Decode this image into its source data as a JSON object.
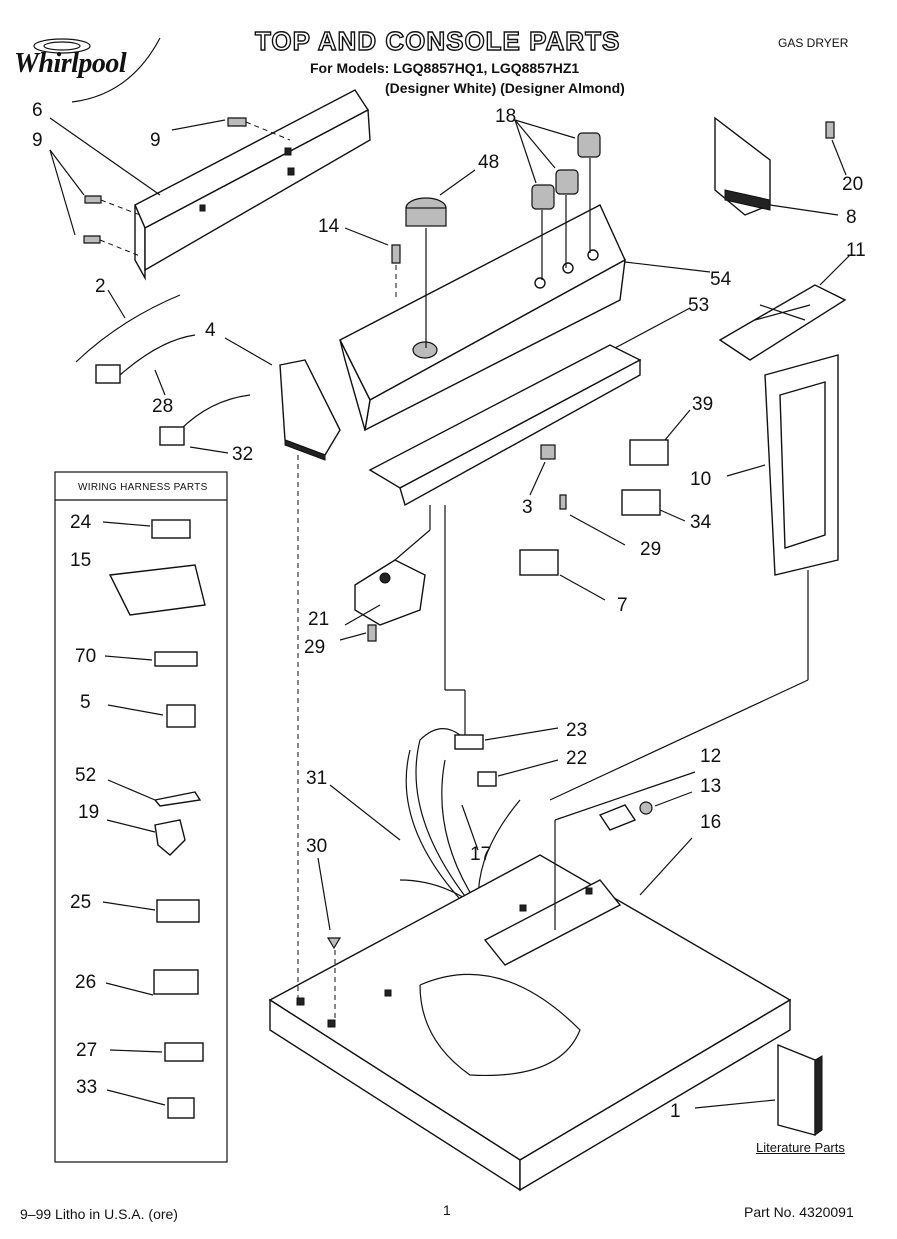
{
  "header": {
    "brand": "Whirlpool",
    "title": "TOP AND CONSOLE PARTS",
    "models_line": "For Models: LGQ8857HQ1, LGQ8857HZ1",
    "designer_line": "(Designer White) (Designer Almond)",
    "doc_type": "GAS DRYER"
  },
  "harness_box": {
    "title": "WIRING HARNESS PARTS"
  },
  "literature_label": "Literature Parts",
  "footer": {
    "left": "9–99 Litho in U.S.A. (ore)",
    "page": "1",
    "right": "Part No. 4320091"
  },
  "part_labels": {
    "p6": "6",
    "p9a": "9",
    "p9b": "9",
    "p2": "2",
    "p4": "4",
    "p28": "28",
    "p32": "32",
    "p14": "14",
    "p48": "48",
    "p18": "18",
    "p54": "54",
    "p53": "53",
    "p20": "20",
    "p8": "8",
    "p11": "11",
    "p39": "39",
    "p10": "10",
    "p3": "3",
    "p34": "34",
    "p29a": "29",
    "p7": "7",
    "p21": "21",
    "p29b": "29",
    "p23": "23",
    "p22": "22",
    "p12": "12",
    "p13": "13",
    "p16": "16",
    "p31": "31",
    "p17": "17",
    "p30": "30",
    "p1": "1",
    "h24": "24",
    "h15": "15",
    "h70": "70",
    "h5": "5",
    "h52": "52",
    "h19": "19",
    "h25": "25",
    "h26": "26",
    "h27": "27",
    "h33": "33"
  }
}
